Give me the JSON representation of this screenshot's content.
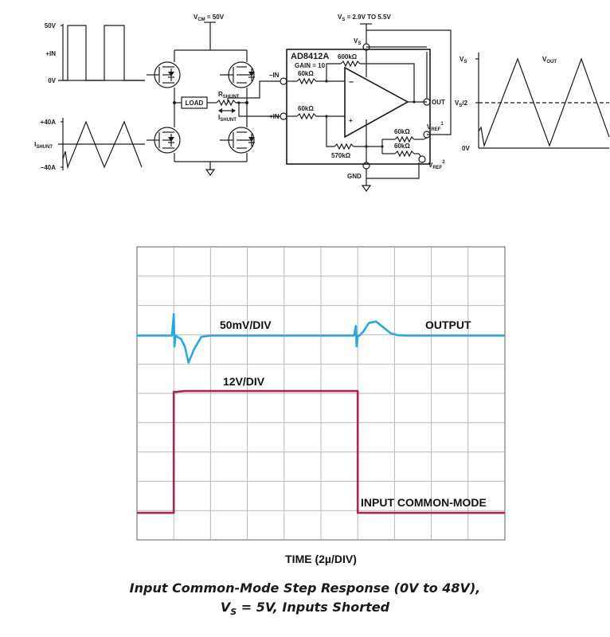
{
  "top_left_graph": {
    "upper": {
      "tick_top": "50V",
      "tick_bottom": "0V",
      "label": "+IN"
    },
    "lower": {
      "tick_top": "+40A",
      "tick_bottom": "–40A",
      "label_main": "I",
      "label_sub": "SHUNT"
    }
  },
  "bridge": {
    "vcm_main": "V",
    "vcm_sub": "CM",
    "vcm_value": " = 50V",
    "load": "LOAD",
    "rshunt_main": "R",
    "rshunt_sub": "SHUNT",
    "ishunt_main": "I",
    "ishunt_sub": "SHUNT"
  },
  "amp": {
    "name": "AD8412A",
    "gain": "GAIN = 10",
    "vs_supply_main": "V",
    "vs_supply_sub": "S",
    "vs_supply_value": " = 2.9V TO 5.5V",
    "vs_pin_main": "V",
    "vs_pin_sub": "S",
    "minus_in": "–IN",
    "plus_in": "+IN",
    "r_600k": "600kΩ",
    "r_60k_top": "60kΩ",
    "r_60k_mid": "60kΩ",
    "r_60k_ref1": "60kΩ",
    "r_60k_ref2": "60kΩ",
    "r_570k": "570kΩ",
    "minus_sign": "–",
    "plus_sign": "+",
    "out": "OUT",
    "vref1_main": "V",
    "vref1_sub": "REF",
    "vref1_sup": "1",
    "vref2_main": "V",
    "vref2_sub": "REF",
    "vref2_sup": "2",
    "gnd": "GND"
  },
  "right_graph": {
    "vs_main": "V",
    "vs_sub": "S",
    "vs2_main": "V",
    "vs2_sub": "S",
    "vs2_suffix": "/2",
    "zero": "0V",
    "vout_main": "V",
    "vout_sub": "OUT"
  },
  "scope": {
    "chart_data": {
      "type": "line",
      "x_divisions": 10,
      "y_divisions": 10,
      "series": [
        {
          "name": "OUTPUT",
          "scale": "50mV/DIV",
          "color": "#2aa8dd",
          "x": [
            0,
            0.95,
            1.0,
            1.02,
            1.05,
            1.1,
            1.2,
            1.3,
            1.4,
            1.55,
            1.75,
            2.0,
            3.0,
            4.0,
            5.0,
            5.9,
            5.95,
            5.97,
            6.0,
            6.05,
            6.15,
            6.3,
            6.5,
            6.7,
            6.9,
            7.1,
            7.3,
            8.0,
            9.0,
            10.0
          ],
          "y": [
            6.97,
            6.97,
            7.7,
            6.6,
            6.97,
            6.93,
            6.85,
            6.6,
            6.05,
            6.5,
            6.93,
            6.97,
            6.97,
            6.97,
            6.97,
            6.97,
            7.3,
            6.6,
            6.95,
            6.97,
            7.1,
            7.4,
            7.45,
            7.25,
            7.05,
            6.98,
            6.97,
            6.97,
            6.97,
            6.97
          ]
        },
        {
          "name": "INPUT COMMON-MODE",
          "scale": "12V/DIV",
          "color": "#a8275a",
          "x": [
            0,
            1.0,
            1.0,
            1.05,
            1.3,
            6.0,
            6.0,
            6.05,
            10.0
          ],
          "y": [
            0.92,
            0.92,
            5.05,
            5.05,
            5.08,
            5.08,
            0.92,
            0.92,
            0.92
          ]
        }
      ],
      "xlabel": "TIME (2µ/DIV)"
    }
  },
  "caption": {
    "line1": "Input Common-Mode Step Response (0V to 48V),",
    "line2_main": "V",
    "line2_sub": "S",
    "line2_rest": " = 5V, Inputs Shorted"
  }
}
